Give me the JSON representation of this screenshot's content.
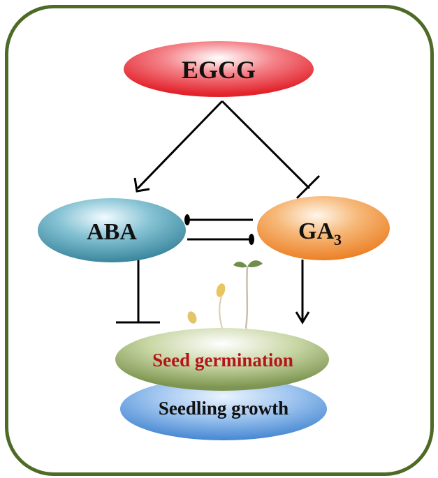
{
  "nodes": {
    "egcg": {
      "label": "EGCG"
    },
    "aba": {
      "label": "ABA"
    },
    "ga3": {
      "label": "GA",
      "subscript": "3"
    },
    "seed_germination": {
      "label": "Seed germination"
    },
    "seedling_growth": {
      "label": "Seedling growth"
    }
  },
  "edges": [
    {
      "from": "EGCG",
      "to": "ABA",
      "type": "promotes"
    },
    {
      "from": "EGCG",
      "to": "GA3",
      "type": "inhibits"
    },
    {
      "from": "ABA",
      "to": "GA3",
      "type": "inhibits"
    },
    {
      "from": "GA3",
      "to": "ABA",
      "type": "inhibits"
    },
    {
      "from": "ABA",
      "to": "Seed germination",
      "type": "inhibits"
    },
    {
      "from": "GA3",
      "to": "Seed germination",
      "type": "promotes"
    }
  ],
  "colors": {
    "frame_border": "#4e6a26",
    "egcg_fill": "#e8323a",
    "aba_fill": "#3e8fa8",
    "ga3_fill": "#ef8a2c",
    "germination_fill": "#8aa05a",
    "seedling_fill": "#4d8fd6",
    "germination_text": "#b3151b",
    "line": "#000000"
  },
  "icons": [
    "seed-icon",
    "germinating-seed-icon",
    "seedling-icon"
  ]
}
